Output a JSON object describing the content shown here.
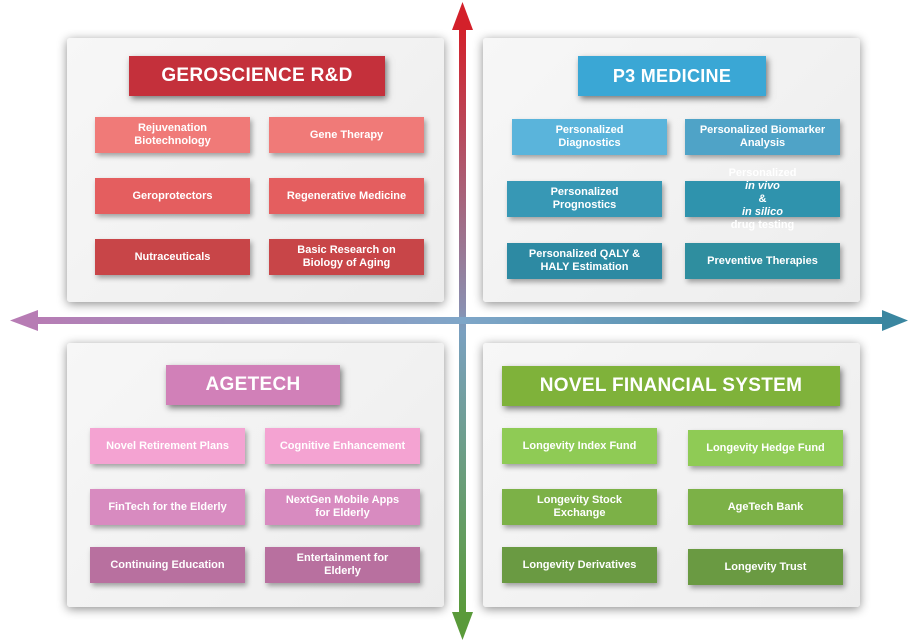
{
  "colors": {
    "geroscience_title": "#c4303b",
    "p3_title": "#3aa7d5",
    "agetech_title": "#d180b8",
    "financial_title": "#7fb23a",
    "axis_top": "#d3202a",
    "axis_bottom": "#5a9a3a",
    "axis_left": "#b77cb4",
    "axis_right": "#3a86a0"
  },
  "quadrants": {
    "geroscience": {
      "title": "GEROSCIENCE R&D",
      "items": [
        {
          "line1": "Rejuvenation",
          "line2": "Biotechnology"
        },
        {
          "line1": "Gene Therapy",
          "line2": ""
        },
        {
          "line1": "Geroprotectors",
          "line2": ""
        },
        {
          "line1": "Regenerative Medicine",
          "line2": ""
        },
        {
          "line1": "Nutraceuticals",
          "line2": ""
        },
        {
          "line1": "Basic Research on",
          "line2": "Biology of Aging"
        }
      ]
    },
    "p3": {
      "title": "P3 MEDICINE",
      "items": [
        {
          "line1": "Personalized",
          "line2": "Diagnostics"
        },
        {
          "line1": "Personalized Biomarker",
          "line2": "Analysis"
        },
        {
          "line1": "Personalized",
          "line2": "Prognostics"
        },
        {
          "line1a": "Personalized ",
          "line1b": "in vivo",
          "line1c": " &",
          "line2a": "in silico",
          "line2b": " drug testing"
        },
        {
          "line1": "Personalized QALY &",
          "line2": "HALY Estimation"
        },
        {
          "line1": "Preventive Therapies",
          "line2": ""
        }
      ]
    },
    "agetech": {
      "title": "AGETECH",
      "items": [
        {
          "line1": "Novel Retirement Plans",
          "line2": ""
        },
        {
          "line1": "Cognitive Enhancement",
          "line2": ""
        },
        {
          "line1": "FinTech for the Elderly",
          "line2": ""
        },
        {
          "line1": "NextGen Mobile Apps",
          "line2": "for Elderly"
        },
        {
          "line1": "Continuing Education",
          "line2": ""
        },
        {
          "line1": "Entertainment for",
          "line2": "Elderly"
        }
      ]
    },
    "financial": {
      "title": "NOVEL FINANCIAL SYSTEM",
      "items": [
        {
          "line1": "Longevity Index Fund",
          "line2": ""
        },
        {
          "line1": "Longevity Hedge Fund",
          "line2": ""
        },
        {
          "line1": "Longevity Stock",
          "line2": "Exchange"
        },
        {
          "line1": "AgeTech Bank",
          "line2": ""
        },
        {
          "line1": "Longevity Derivatives",
          "line2": ""
        },
        {
          "line1": "Longevity Trust",
          "line2": ""
        }
      ]
    }
  }
}
